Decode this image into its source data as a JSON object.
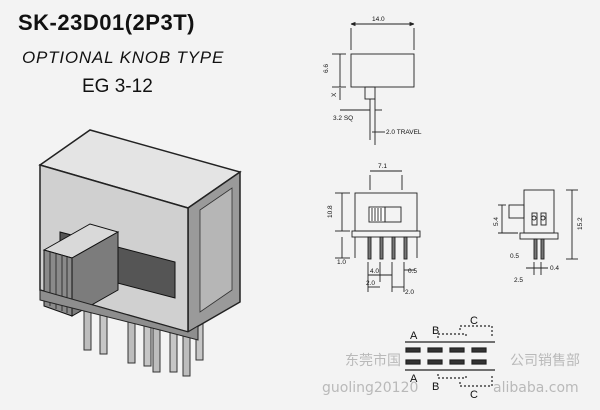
{
  "header": {
    "title": "SK-23D01(2P3T)",
    "subtitle": "OPTIONAL KNOB TYPE",
    "model": "EG 3-12"
  },
  "top_view": {
    "width": "14.0",
    "height": "6.6",
    "x_label": "X",
    "knob": "3.2 SQ",
    "travel": "2.0 TRAVEL"
  },
  "front_view": {
    "width": "7.1",
    "height": "10.8",
    "pin_length": "1.0",
    "pitch_a": "4.0",
    "pitch_b": "2.0",
    "pitch_c": "2.0",
    "pin_width": "0.5"
  },
  "side_view": {
    "knob_height": "5.4",
    "total_height": "15.2",
    "pin_width": "0.5",
    "pitch": "2.5",
    "pin_thickness": "0.4"
  },
  "schematic": {
    "labels": [
      "A",
      "B",
      "C"
    ]
  },
  "watermark": {
    "line1": "东莞市国",
    "line2": "公司销售部",
    "line3": "guoling20120",
    "line4": "alibaba.com"
  }
}
